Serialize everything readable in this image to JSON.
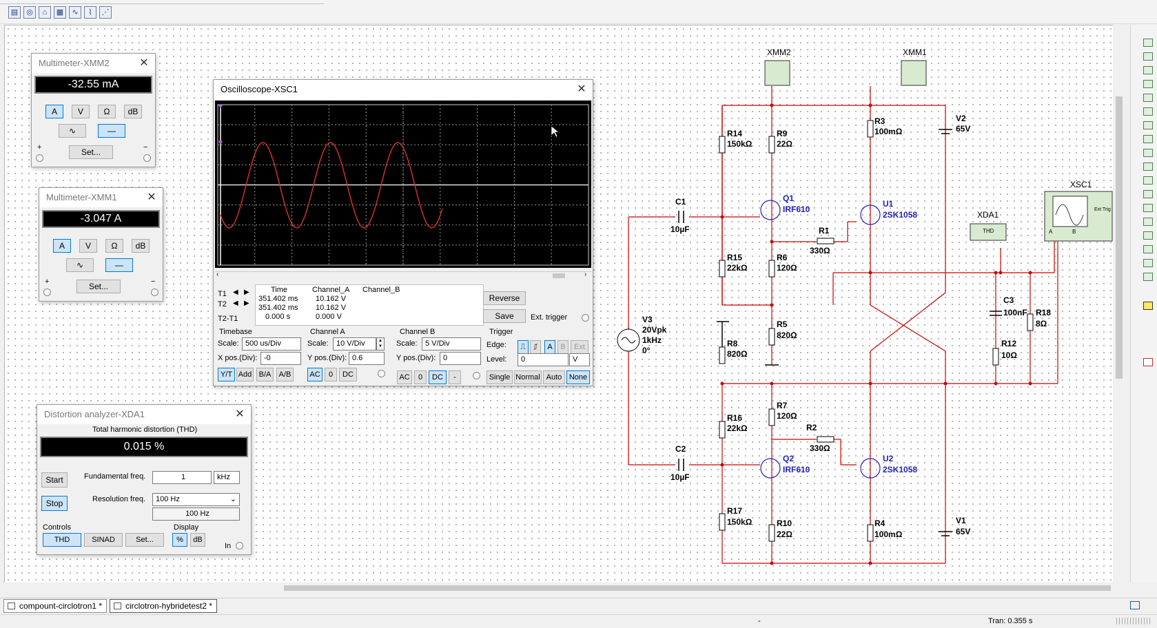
{
  "tabs": [
    {
      "label": "compount-circlotron1 *"
    },
    {
      "label": "circlotron-hybridetest2 *"
    }
  ],
  "status": {
    "simulation_time": "Tran: 0.355 s",
    "middle": "-"
  },
  "toolbar": {
    "icons": [
      "graph-icon",
      "oscilloscope-icon",
      "multimeter-icon",
      "analyzer-icon",
      "waveform-icon",
      "plot-icon",
      "chart-icon"
    ]
  },
  "multimeter_xmm2": {
    "title": "Multimeter-XMM2",
    "reading": "-32.55 mA",
    "buttons": [
      "A",
      "V",
      "Ω",
      "dB"
    ],
    "selected": "A",
    "set_label": "Set...",
    "plus": "+",
    "minus": "−"
  },
  "multimeter_xmm1": {
    "title": "Multimeter-XMM1",
    "reading": "-3.047 A",
    "buttons": [
      "A",
      "V",
      "Ω",
      "dB"
    ],
    "selected": "A",
    "set_label": "Set...",
    "plus": "+",
    "minus": "−"
  },
  "oscilloscope": {
    "title": "Oscilloscope-XSC1",
    "trace_color": "#e03030",
    "screen_color": "#000000",
    "readout": {
      "headers": [
        "Time",
        "Channel_A",
        "Channel_B"
      ],
      "rows": [
        {
          "name": "T1",
          "time": "351.402 ms",
          "a": "10.162 V",
          "b": ""
        },
        {
          "name": "T2",
          "time": "351.402 ms",
          "a": "10.162 V",
          "b": ""
        },
        {
          "name": "T2-T1",
          "time": "0.000 s",
          "a": "0.000 V",
          "b": ""
        }
      ]
    },
    "reverse_label": "Reverse",
    "save_label": "Save",
    "ext_trigger_label": "Ext. trigger",
    "timebase": {
      "heading": "Timebase",
      "scale_label": "Scale:",
      "scale": "500 us/Div",
      "xpos_label": "X pos.(Div):",
      "xpos": "-0",
      "modes": [
        "Y/T",
        "Add",
        "B/A",
        "A/B"
      ],
      "selected": "Y/T"
    },
    "channel_a": {
      "heading": "Channel A",
      "scale_label": "Scale:",
      "scale": "10  V/Div",
      "ypos_label": "Y pos.(Div):",
      "ypos": "0.6",
      "coupling": [
        "AC",
        "0",
        "DC"
      ],
      "selected": "AC"
    },
    "channel_b": {
      "heading": "Channel B",
      "scale_label": "Scale:",
      "scale": "5  V/Div",
      "ypos_label": "Y pos.(Div):",
      "ypos": "0",
      "coupling": [
        "AC",
        "0",
        "DC",
        "-"
      ],
      "selected": "DC"
    },
    "trigger": {
      "heading": "Trigger",
      "edge_label": "Edge:",
      "level_label": "Level:",
      "level": "0",
      "level_unit": "V",
      "sources": [
        "A",
        "B",
        "Ext"
      ],
      "selected_source": "A",
      "modes": [
        "Single",
        "Normal",
        "Auto",
        "None"
      ],
      "selected_mode": "None"
    }
  },
  "distortion": {
    "title": "Distortion analyzer-XDA1",
    "heading": "Total harmonic distortion (THD)",
    "reading": "0.015 %",
    "start_label": "Start",
    "stop_label": "Stop",
    "fund_label": "Fundamental freq.",
    "fund_value": "1",
    "fund_unit": "kHz",
    "res_label": "Resolution freq.",
    "res_value": "100 Hz",
    "res_readout": "100 Hz",
    "controls_label": "Controls",
    "display_label": "Display",
    "thd_label": "THD",
    "sinad_label": "SINAD",
    "set_label": "Set...",
    "pct_label": "%",
    "db_label": "dB",
    "in_label": "In"
  },
  "schematic": {
    "wire_color": "#cc0000",
    "xmm2": "XMM2",
    "xmm1": "XMM1",
    "xsc1": "XSC1",
    "xda1": "XDA1",
    "thd_tag": "THD",
    "ext_trig": "Ext Trig",
    "r14": {
      "ref": "R14",
      "val": "150kΩ"
    },
    "r9": {
      "ref": "R9",
      "val": "22Ω"
    },
    "r3": {
      "ref": "R3",
      "val": "100mΩ"
    },
    "v2": {
      "ref": "V2",
      "val": "65V"
    },
    "q1": {
      "ref": "Q1",
      "val": "IRF610"
    },
    "u1": {
      "ref": "U1",
      "val": "2SK1058"
    },
    "c1": {
      "ref": "C1",
      "val": "10µF"
    },
    "r1": {
      "ref": "R1",
      "val": "330Ω"
    },
    "r15": {
      "ref": "R15",
      "val": "22kΩ"
    },
    "r6": {
      "ref": "R6",
      "val": "120Ω"
    },
    "c3": {
      "ref": "C3",
      "val": "100nF"
    },
    "r18": {
      "ref": "R18",
      "val": "8Ω"
    },
    "v3": {
      "ref": "V3",
      "val1": "20Vpk",
      "val2": "1kHz",
      "val3": "0°"
    },
    "r5": {
      "ref": "R5",
      "val": "820Ω"
    },
    "r8": {
      "ref": "R8",
      "val": "820Ω"
    },
    "r12": {
      "ref": "R12",
      "val": "10Ω"
    },
    "r7": {
      "ref": "R7",
      "val": "120Ω"
    },
    "r2": {
      "ref": "R2",
      "val": "330Ω"
    },
    "r16": {
      "ref": "R16",
      "val": "22kΩ"
    },
    "c2": {
      "ref": "C2",
      "val": "10µF"
    },
    "q2": {
      "ref": "Q2",
      "val": "IRF610"
    },
    "u2": {
      "ref": "U2",
      "val": "2SK1058"
    },
    "r17": {
      "ref": "R17",
      "val": "150kΩ"
    },
    "r10": {
      "ref": "R10",
      "val": "22Ω"
    },
    "r4": {
      "ref": "R4",
      "val": "100mΩ"
    },
    "v1": {
      "ref": "V1",
      "val": "65V"
    },
    "tag_a": "A",
    "tag_b": "B"
  }
}
